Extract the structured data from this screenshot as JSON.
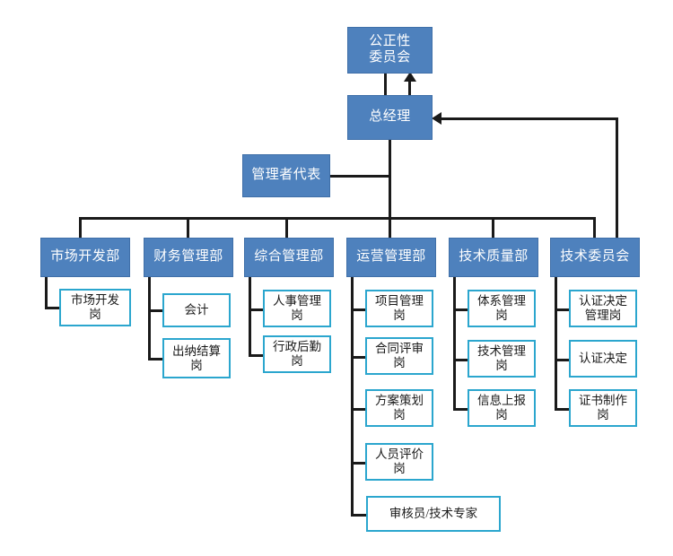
{
  "diagram": {
    "type": "organization-chart",
    "colors": {
      "node_fill": "#4E81BD",
      "node_text": "#FFFFFF",
      "post_border": "#2BA6CE",
      "post_fill": "#FFFFFF",
      "post_text": "#1A1A1A",
      "connector": "#1A1A1A",
      "background": "#FFFFFF"
    },
    "top": {
      "impartiality_committee": "公正性\n委员会",
      "general_manager": "总经理",
      "management_representative": "管理者代表"
    },
    "departments": [
      {
        "name": "市场开发部",
        "posts": [
          "市场开发\n岗"
        ]
      },
      {
        "name": "财务管理部",
        "posts": [
          "会计",
          "出纳结算\n岗"
        ]
      },
      {
        "name": "综合管理部",
        "posts": [
          "人事管理\n岗",
          "行政后勤\n岗"
        ]
      },
      {
        "name": "运营管理部",
        "posts": [
          "项目管理\n岗",
          "合同评审\n岗",
          "方案策划\n岗",
          "人员评价\n岗",
          "审核员/技术专家"
        ]
      },
      {
        "name": "技术质量部",
        "posts": [
          "体系管理\n岗",
          "技术管理\n岗",
          "信息上报\n岗"
        ]
      },
      {
        "name": "技术委员会",
        "posts": [
          "认证决定\n管理岗",
          "认证决定",
          "证书制作\n岗"
        ]
      }
    ],
    "arrows": [
      {
        "name": "gm-to-impartiality-committee",
        "direction": "up"
      },
      {
        "name": "tech-committee-to-general-manager",
        "direction": "left"
      }
    ]
  }
}
